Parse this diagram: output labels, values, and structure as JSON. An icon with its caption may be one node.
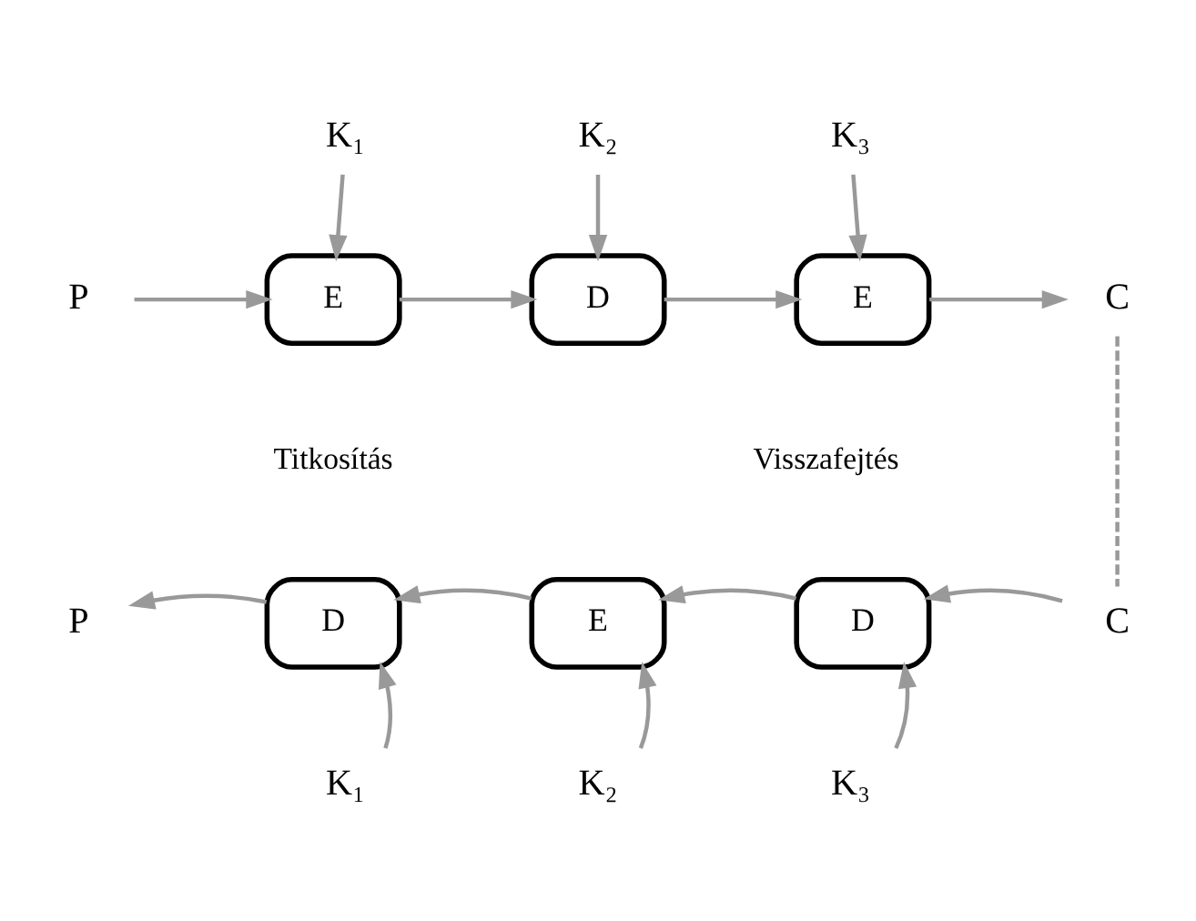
{
  "diagram": {
    "nodes": [
      {
        "text": [
          "K₁"
        ]
      },
      {
        "text": [
          "K₂"
        ]
      },
      {
        "text": [
          "K₃"
        ]
      },
      {
        "text": [
          "P"
        ]
      },
      {
        "text": [
          "E"
        ]
      },
      {
        "text": [
          "D"
        ]
      },
      {
        "text": [
          "E"
        ]
      },
      {
        "text": [
          "C"
        ]
      },
      {
        "text": [
          "P"
        ]
      },
      {
        "text": [
          "D"
        ]
      },
      {
        "text": [
          "E"
        ]
      },
      {
        "text": [
          "D"
        ]
      },
      {
        "text": [
          "C"
        ]
      },
      {
        "text": [
          "K₁"
        ]
      },
      {
        "text": [
          "K₂"
        ]
      },
      {
        "text": [
          "K₃"
        ]
      }
    ],
    "edges": [
      {
        "from": 0,
        "to": 4,
        "arrow": "to"
      },
      {
        "from": 1,
        "to": 5,
        "arrow": "to"
      },
      {
        "from": 2,
        "to": 6,
        "arrow": "to"
      },
      {
        "from": 3,
        "to": 4,
        "arrow": "to"
      },
      {
        "from": 4,
        "to": 5,
        "arrow": "to"
      },
      {
        "from": 5,
        "to": 6,
        "arrow": "to"
      },
      {
        "from": 6,
        "to": 7,
        "arrow": "to"
      },
      {
        "from": 7,
        "to": 12,
        "arrow": "none",
        "style": "dashed"
      },
      {
        "from": 12,
        "to": 11,
        "arrow": "to"
      },
      {
        "from": 11,
        "to": 10,
        "arrow": "to"
      },
      {
        "from": 10,
        "to": 9,
        "arrow": "to"
      },
      {
        "from": 9,
        "to": 8,
        "arrow": "to"
      },
      {
        "from": 13,
        "to": 9,
        "arrow": "to"
      },
      {
        "from": 14,
        "to": 10,
        "arrow": "to"
      },
      {
        "from": 15,
        "to": 11,
        "arrow": "to"
      }
    ],
    "labels": [
      "Titkosítás",
      "Visszafejtés"
    ]
  }
}
